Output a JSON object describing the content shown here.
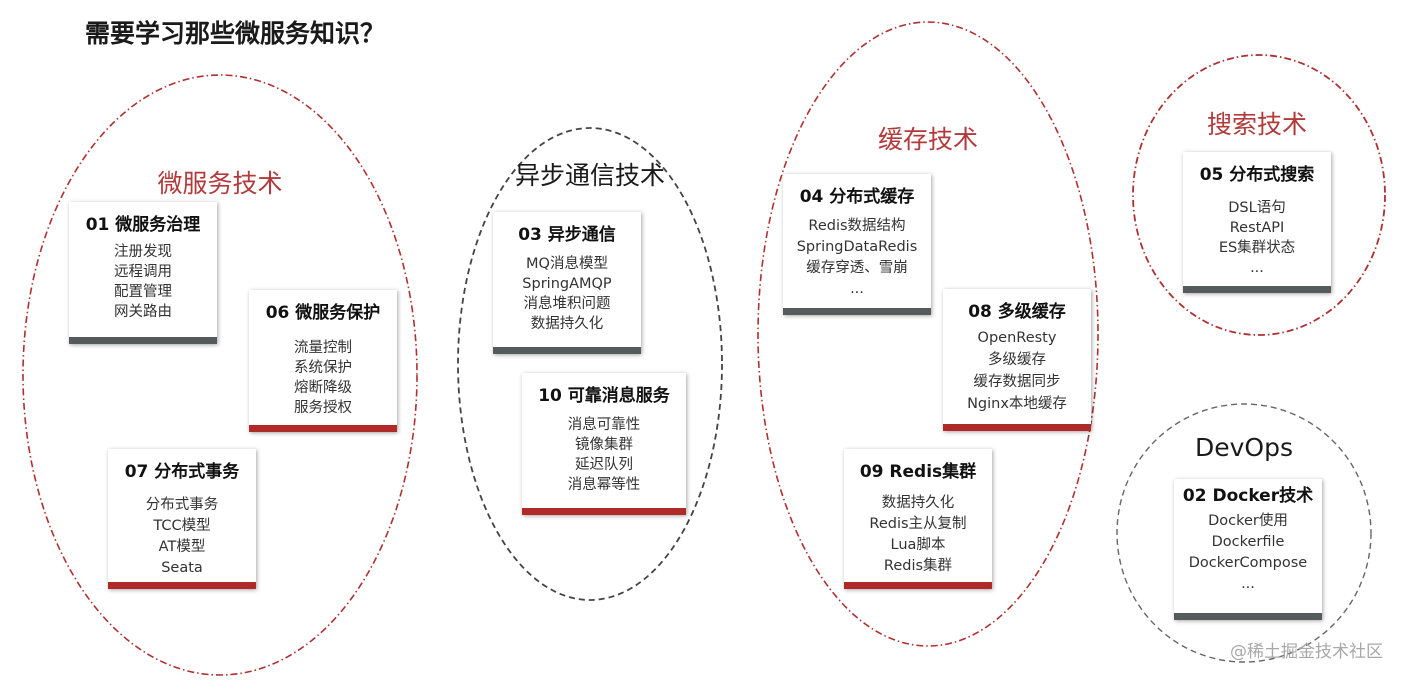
{
  "title": "需要学习那些微服务知识？",
  "groups": [
    {
      "label": "微服务技术"
    },
    {
      "label": "异步通信技术"
    },
    {
      "label": "缓存技术"
    },
    {
      "label": "搜索技术"
    },
    {
      "label": "DevOps"
    }
  ],
  "cards": [
    {
      "title": "01 微服务治理",
      "items": [
        "注册发现",
        "远程调用",
        "配置管理",
        "网关路由"
      ]
    },
    {
      "title": "06 微服务保护",
      "items": [
        "流量控制",
        "系统保护",
        "熔断降级",
        "服务授权"
      ]
    },
    {
      "title": "07 分布式事务",
      "items": [
        "分布式事务",
        "TCC模型",
        "AT模型",
        "Seata"
      ]
    },
    {
      "title": "03 异步通信",
      "items": [
        "MQ消息模型",
        "SpringAMQP",
        "消息堆积问题",
        "数据持久化"
      ]
    },
    {
      "title": "10 可靠消息服务",
      "items": [
        "消息可靠性",
        "镜像集群",
        "延迟队列",
        "消息幂等性"
      ]
    },
    {
      "title": "04 分布式缓存",
      "items": [
        "Redis数据结构",
        "SpringDataRedis",
        "缓存穿透、雪崩",
        "..."
      ]
    },
    {
      "title": "08 多级缓存",
      "items": [
        "OpenResty",
        "多级缓存",
        "缓存数据同步",
        "Nginx本地缓存"
      ]
    },
    {
      "title": "09 Redis集群",
      "items": [
        "数据持久化",
        "Redis主从复制",
        "Lua脚本",
        "Redis集群"
      ]
    },
    {
      "title": "05 分布式搜索",
      "items": [
        "DSL语句",
        "RestAPI",
        "ES集群状态",
        "..."
      ]
    },
    {
      "title": "02 Docker技术",
      "items": [
        "Docker使用",
        "Dockerfile",
        "DockerCompose",
        "..."
      ]
    }
  ],
  "watermark": "@稀土掘金技术社区",
  "colors": {
    "accent_red": "#b23a3a",
    "bar_gray": "#555a5a",
    "bar_red": "#b02a2a"
  }
}
